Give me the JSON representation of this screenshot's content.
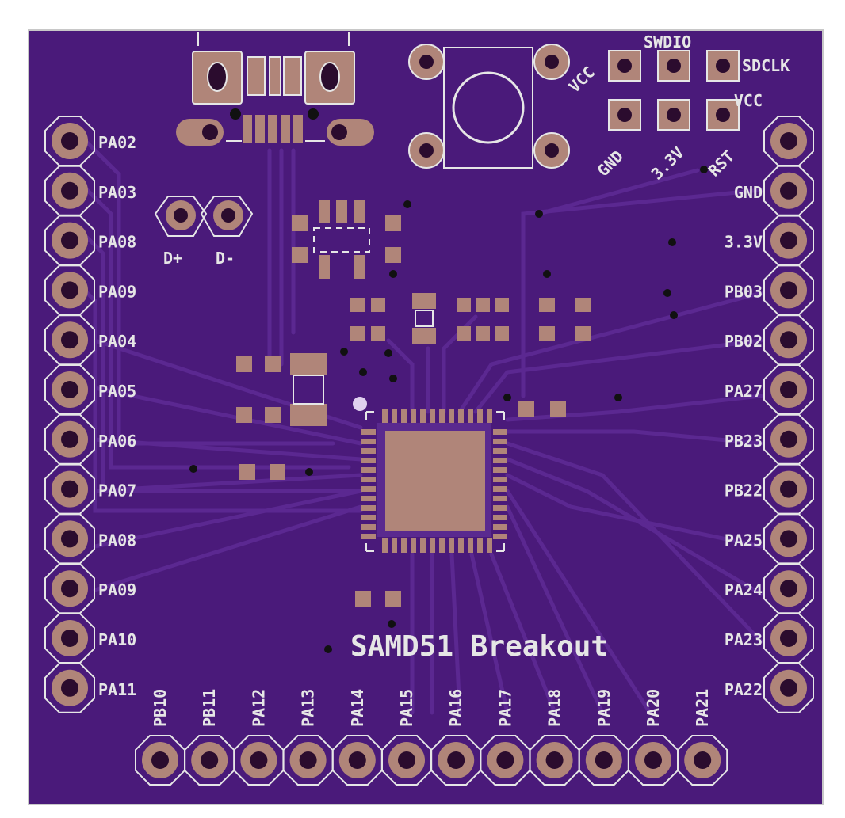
{
  "board": {
    "title": "SAMD51 Breakout",
    "colors": {
      "substrate": "#4a1a7a",
      "copper_fill": "#521e86",
      "trace": "#5d2a93",
      "silkscreen": "#e6e6e6",
      "pad": "#b08579",
      "hole": "#2b0c2e"
    }
  },
  "usb": {
    "labels": {
      "dplus": "D+",
      "dminus": "D-"
    }
  },
  "swd_header": {
    "labels": {
      "vcc": "VCC",
      "swdio": "SWDIO",
      "sdclk": "SDCLK",
      "gnd": "GND",
      "v33": "3.3V",
      "rst": "RST"
    }
  },
  "left_header": {
    "pins": [
      "PA02",
      "PA03",
      "PA08",
      "PA09",
      "PA04",
      "PA05",
      "PA06",
      "PA07",
      "PA08",
      "PA09",
      "PA10",
      "PA11"
    ]
  },
  "right_header": {
    "pins": [
      "VCC",
      "GND",
      "3.3V",
      "PB03",
      "PB02",
      "PA27",
      "PB23",
      "PB22",
      "PA25",
      "PA24",
      "PA23",
      "PA22"
    ]
  },
  "bottom_header": {
    "pins": [
      "PB10",
      "PB11",
      "PA12",
      "PA13",
      "PA14",
      "PA15",
      "PA16",
      "PA17",
      "PA18",
      "PA19",
      "PA20",
      "PA21"
    ]
  }
}
